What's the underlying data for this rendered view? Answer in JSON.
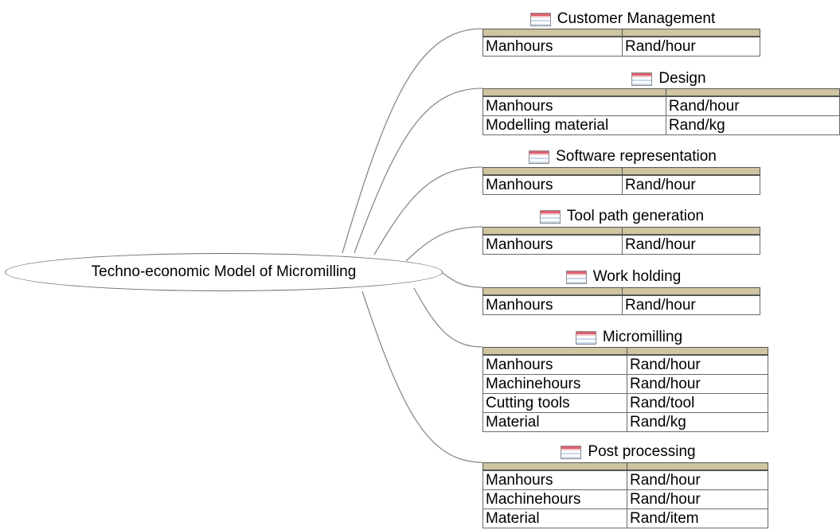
{
  "root": {
    "label": "Techno-economic Model of Micromilling"
  },
  "nodes": [
    {
      "title": "Customer Management",
      "icon": "table-icon",
      "rows": [
        [
          "Manhours",
          "Rand/hour"
        ]
      ]
    },
    {
      "title": "Design",
      "icon": "table-icon",
      "rows": [
        [
          "Manhours",
          "Rand/hour"
        ],
        [
          "Modelling material",
          "Rand/kg"
        ]
      ]
    },
    {
      "title": "Software representation",
      "icon": "table-icon",
      "rows": [
        [
          "Manhours",
          "Rand/hour"
        ]
      ]
    },
    {
      "title": "Tool path generation",
      "icon": "table-icon",
      "rows": [
        [
          "Manhours",
          "Rand/hour"
        ]
      ]
    },
    {
      "title": "Work holding",
      "icon": "table-icon",
      "rows": [
        [
          "Manhours",
          "Rand/hour"
        ]
      ]
    },
    {
      "title": "Micromilling",
      "icon": "table-icon",
      "rows": [
        [
          "Manhours",
          "Rand/hour"
        ],
        [
          "Machinehours",
          "Rand/hour"
        ],
        [
          "Cutting tools",
          "Rand/tool"
        ],
        [
          "Material",
          "Rand/kg"
        ]
      ]
    },
    {
      "title": "Post processing",
      "icon": "table-icon",
      "rows": [
        [
          "Manhours",
          "Rand/hour"
        ],
        [
          "Machinehours",
          "Rand/hour"
        ],
        [
          "Material",
          "Rand/item"
        ]
      ]
    }
  ],
  "colors": {
    "header_fill": "#cfc5a0",
    "border": "#6b6b6b",
    "connector": "#8a8a8a"
  }
}
